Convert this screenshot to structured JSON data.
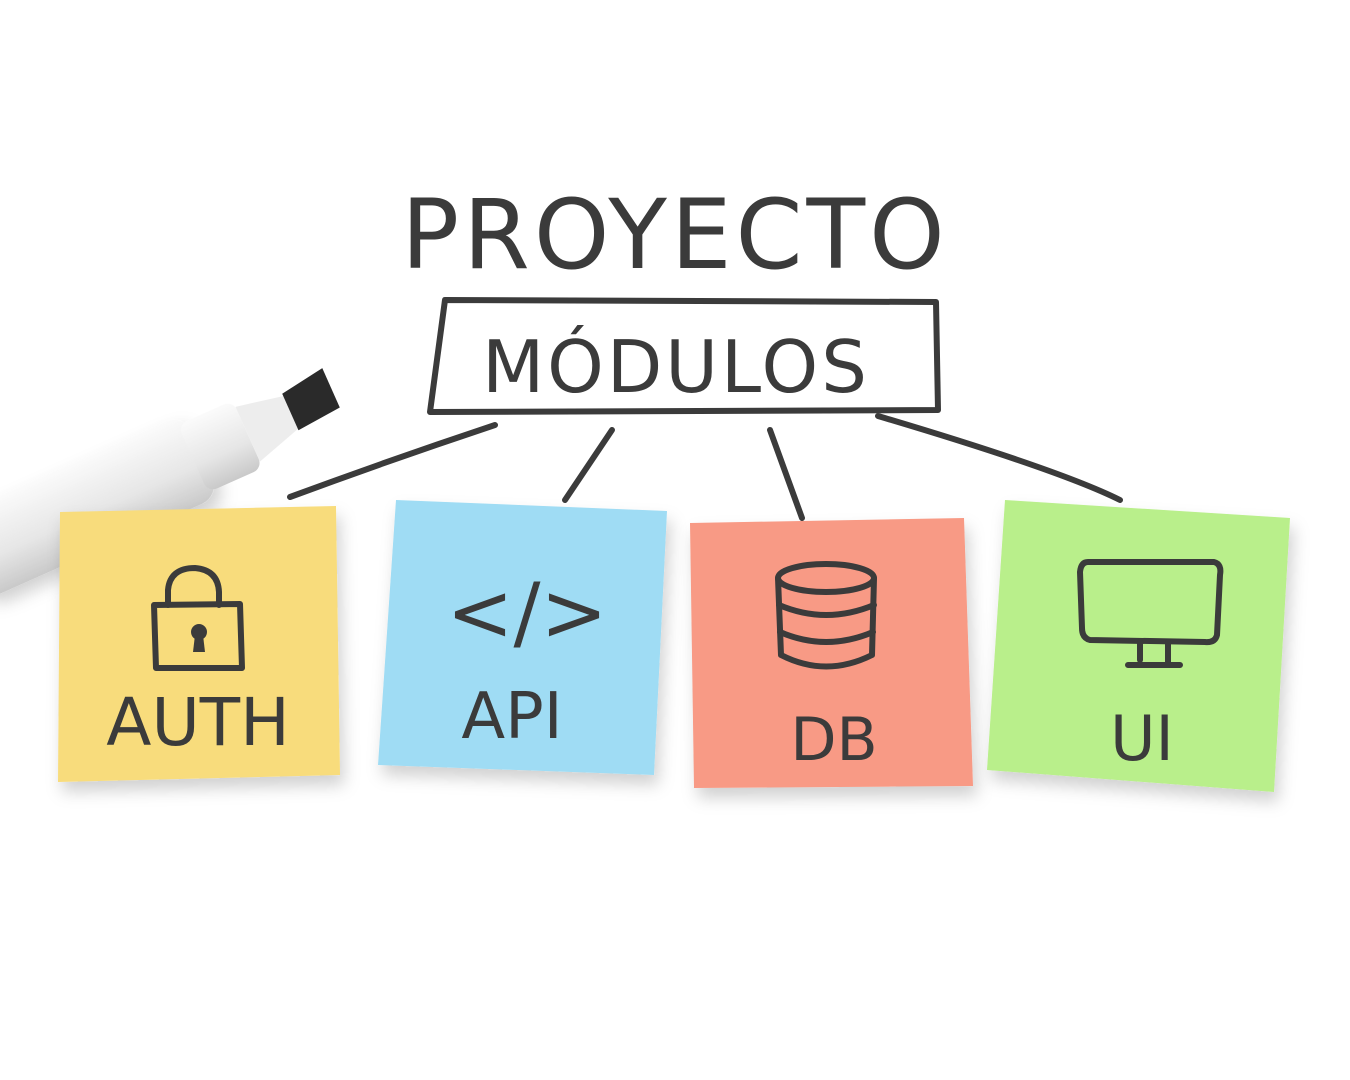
{
  "title": "PROYECTO",
  "box_label": "MÓDULOS",
  "notes": [
    {
      "label": "AUTH",
      "icon": "lock-icon",
      "color": "#f8dc7c"
    },
    {
      "label": "API",
      "icon": "code-icon",
      "code_text": "</>",
      "color": "#9fdcf4"
    },
    {
      "label": "DB",
      "icon": "database-icon",
      "color": "#f89a85"
    },
    {
      "label": "UI",
      "icon": "monitor-icon",
      "color": "#b9ef8b"
    }
  ],
  "ink_color": "#3b3b3b"
}
